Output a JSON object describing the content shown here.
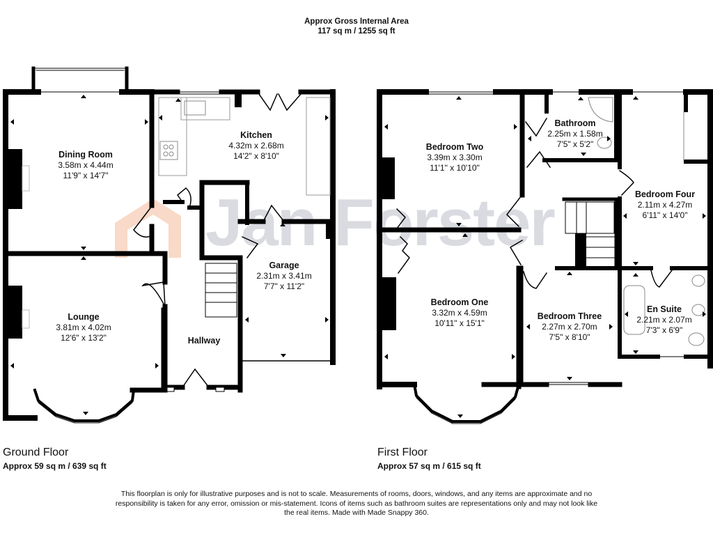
{
  "header": {
    "title": "Approx Gross Internal Area",
    "total_area": "117 sq m / 1255 sq ft"
  },
  "watermark": {
    "text": "Jan Forster",
    "logo_color": "#f9d9c8",
    "text_color": "#d9dbe0"
  },
  "floors": [
    {
      "name": "Ground Floor",
      "area": "Approx 59 sq m / 639 sq ft",
      "rooms": [
        {
          "name": "Dining Room",
          "metric": "3.58m x 4.44m",
          "imperial": "11'9\" x 14'7\""
        },
        {
          "name": "Kitchen",
          "metric": "4.32m x 2.68m",
          "imperial": "14'2\" x 8'10\""
        },
        {
          "name": "Lounge",
          "metric": "3.81m x 4.02m",
          "imperial": "12'6\" x 13'2\""
        },
        {
          "name": "Garage",
          "metric": "2.31m x 3.41m",
          "imperial": "7'7\" x 11'2\""
        },
        {
          "name": "Hallway",
          "metric": "",
          "imperial": ""
        }
      ]
    },
    {
      "name": "First Floor",
      "area": "Approx 57 sq m / 615 sq ft",
      "rooms": [
        {
          "name": "Bedroom Two",
          "metric": "3.39m x 3.30m",
          "imperial": "11'1\" x 10'10\""
        },
        {
          "name": "Bathroom",
          "metric": "2.25m x 1.58m",
          "imperial": "7'5\" x 5'2\""
        },
        {
          "name": "Bedroom Four",
          "metric": "2.11m x 4.27m",
          "imperial": "6'11\" x 14'0\""
        },
        {
          "name": "Bedroom One",
          "metric": "3.32m x 4.59m",
          "imperial": "10'11\" x 15'1\""
        },
        {
          "name": "Bedroom Three",
          "metric": "2.27m x 2.70m",
          "imperial": "7'5\" x 8'10\""
        },
        {
          "name": "En Suite",
          "metric": "2.21m x 2.07m",
          "imperial": "7'3\" x 6'9\""
        }
      ]
    }
  ],
  "disclaimer": "This floorplan is only for illustrative purposes and is not to scale. Measurements of rooms, doors, windows, and any items are approximate and no responsibility is taken for any error, omission or mis-statement. Icons of items such as bathroom suites are representations only and may not look like the real items. Made with Made Snappy 360."
}
